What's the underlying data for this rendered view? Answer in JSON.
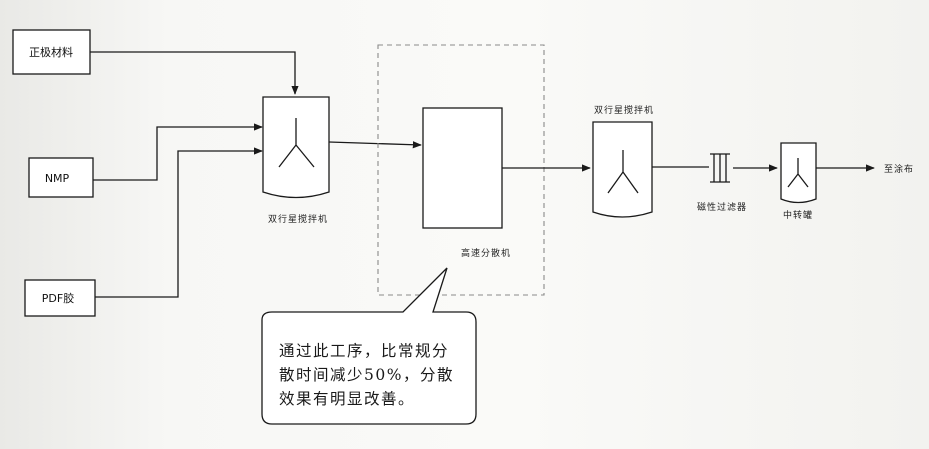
{
  "inputs": {
    "cathode_material": "正极材料",
    "nmp": "NMP",
    "pdf_glue": "PDF胶"
  },
  "mixer1_label": "双行星搅拌机",
  "high_speed_disperser_label": "高速分散机",
  "mixer2_label": "双行星搅拌机",
  "magnetic_filter_label": "磁性过滤器",
  "transfer_tank_label": "中转罐",
  "output_label": "至涂布",
  "callout": {
    "line1": "通过此工序，比常规分",
    "line2": "散时间减少50%，分散",
    "line3": "效果有明显改善。"
  }
}
